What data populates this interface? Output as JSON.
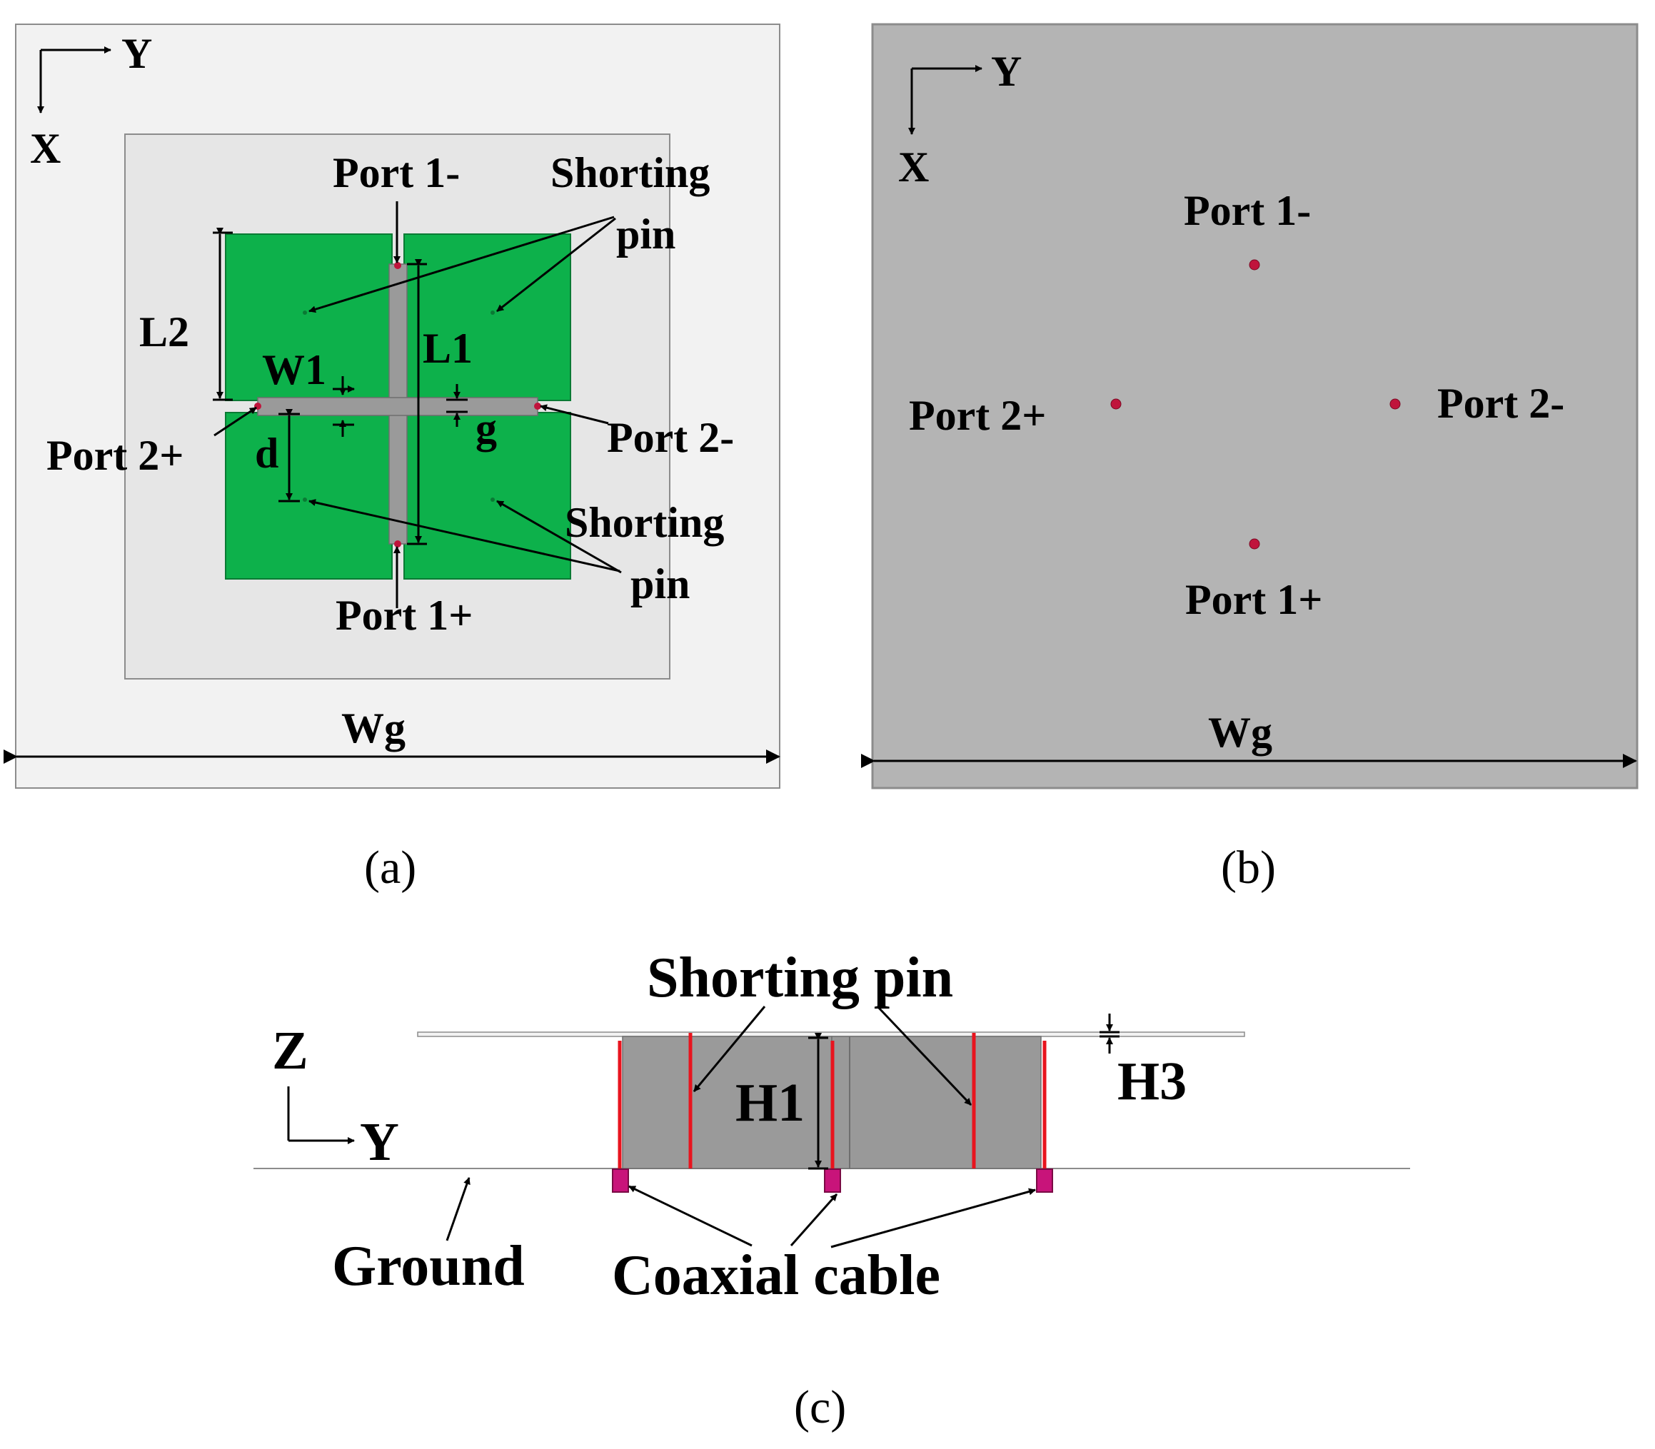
{
  "panel_a": {
    "axis_y": "Y",
    "axis_x": "X",
    "port_1_minus": "Port 1-",
    "port_1_plus": "Port 1+",
    "port_2_plus": "Port 2+",
    "port_2_minus": "Port 2-",
    "shorting_top_line1": "Shorting",
    "shorting_top_line2": "pin",
    "shorting_bottom_line1": "Shorting",
    "shorting_bottom_line2": "pin",
    "dim_L2": "L2",
    "dim_L1": "L1",
    "dim_W1": "W1",
    "dim_g": "g",
    "dim_d": "d",
    "dim_Wg": "Wg",
    "caption": "(a)"
  },
  "panel_b": {
    "axis_y": "Y",
    "axis_x": "X",
    "port_1_minus": "Port 1-",
    "port_1_plus": "Port 1+",
    "port_2_plus": "Port 2+",
    "port_2_minus": "Port 2-",
    "dim_Wg": "Wg",
    "caption": "(b)"
  },
  "panel_c": {
    "axis_z": "Z",
    "axis_y": "Y",
    "shorting_pin": "Shorting pin",
    "dim_H1": "H1",
    "dim_H3": "H3",
    "ground": "Ground",
    "coaxial_cable": "Coaxial cable",
    "caption": "(c)"
  },
  "colors": {
    "patch": "#0db14b",
    "ground_plane_top": "#f2f2f2",
    "substrate": "#e6e6e6",
    "ground_plane_bottom": "#b4b4b4",
    "port": "#c0143c",
    "pin": "#e8141e",
    "side_body": "#9a9a9a"
  }
}
